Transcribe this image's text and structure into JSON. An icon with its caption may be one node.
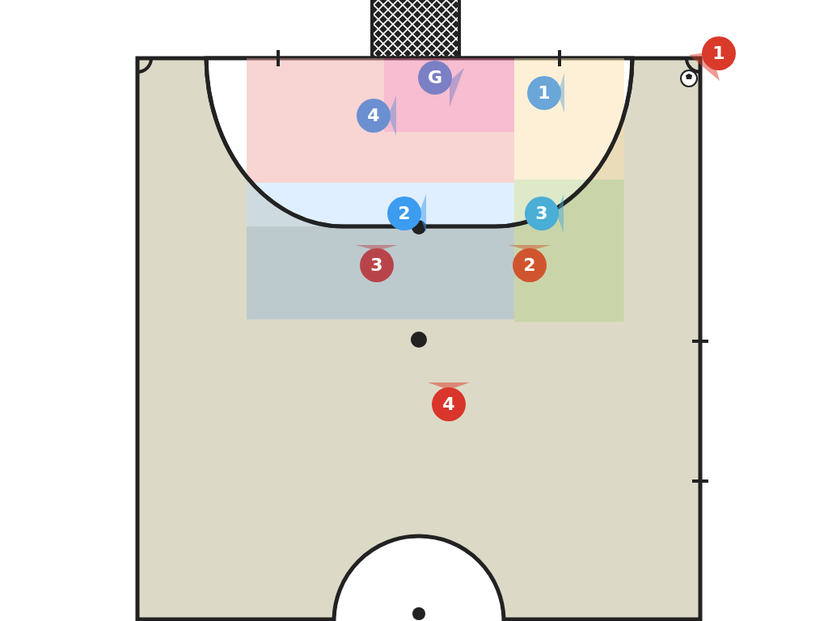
{
  "diagram": {
    "nodes": [
      {
        "text": [
          "1"
        ]
      },
      {
        "text": [
          "G"
        ]
      },
      {
        "text": [
          "1"
        ]
      },
      {
        "text": [
          "4"
        ]
      },
      {
        "text": [
          "2"
        ]
      },
      {
        "text": [
          "3"
        ]
      },
      {
        "text": [
          "3"
        ]
      },
      {
        "text": [
          "2"
        ]
      },
      {
        "text": [
          "4"
        ]
      }
    ]
  }
}
